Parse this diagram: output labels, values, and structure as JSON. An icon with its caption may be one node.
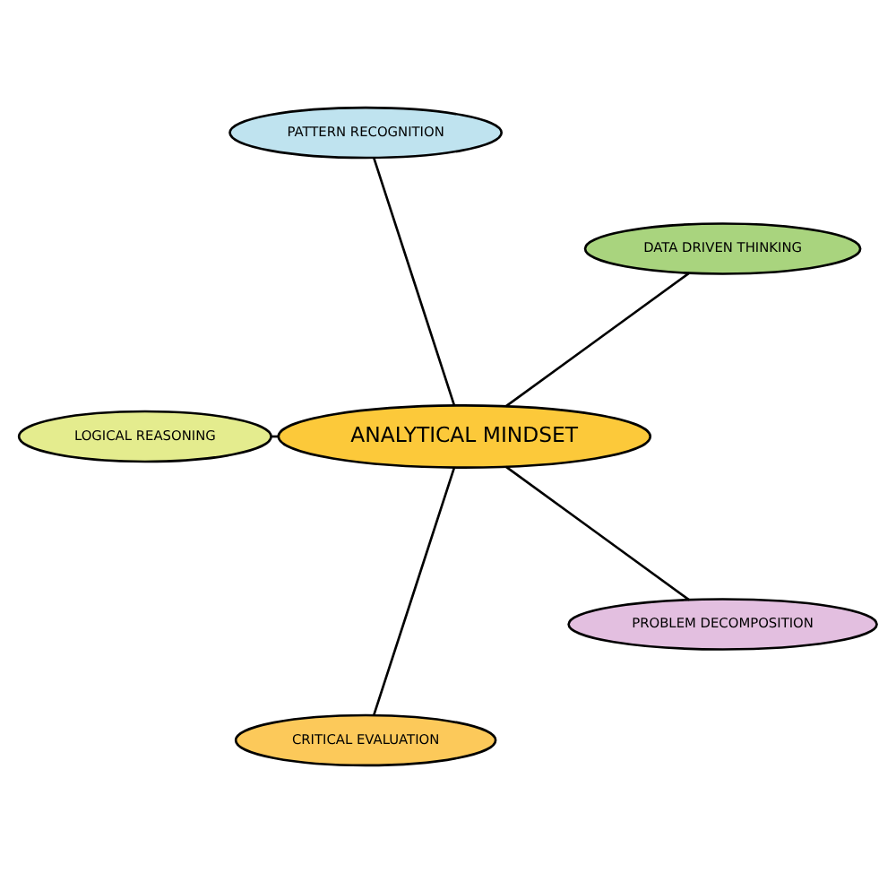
{
  "diagram": {
    "nodes": [
      {
        "text": [
          "ANALYTICAL MINDSET"
        ]
      },
      {
        "text": [
          "DATA DRIVEN THINKING"
        ]
      },
      {
        "text": [
          "PATTERN RECOGNITION"
        ]
      },
      {
        "text": [
          "LOGICAL REASONING"
        ]
      },
      {
        "text": [
          "CRITICAL EVALUATION"
        ]
      },
      {
        "text": [
          "PROBLEM DECOMPOSITION"
        ]
      }
    ],
    "edges": [
      {
        "from": 0,
        "to": 1,
        "arrow": "none"
      },
      {
        "from": 0,
        "to": 2,
        "arrow": "none"
      },
      {
        "from": 0,
        "to": 3,
        "arrow": "none"
      },
      {
        "from": 0,
        "to": 4,
        "arrow": "none"
      },
      {
        "from": 0,
        "to": 5,
        "arrow": "none"
      }
    ]
  }
}
